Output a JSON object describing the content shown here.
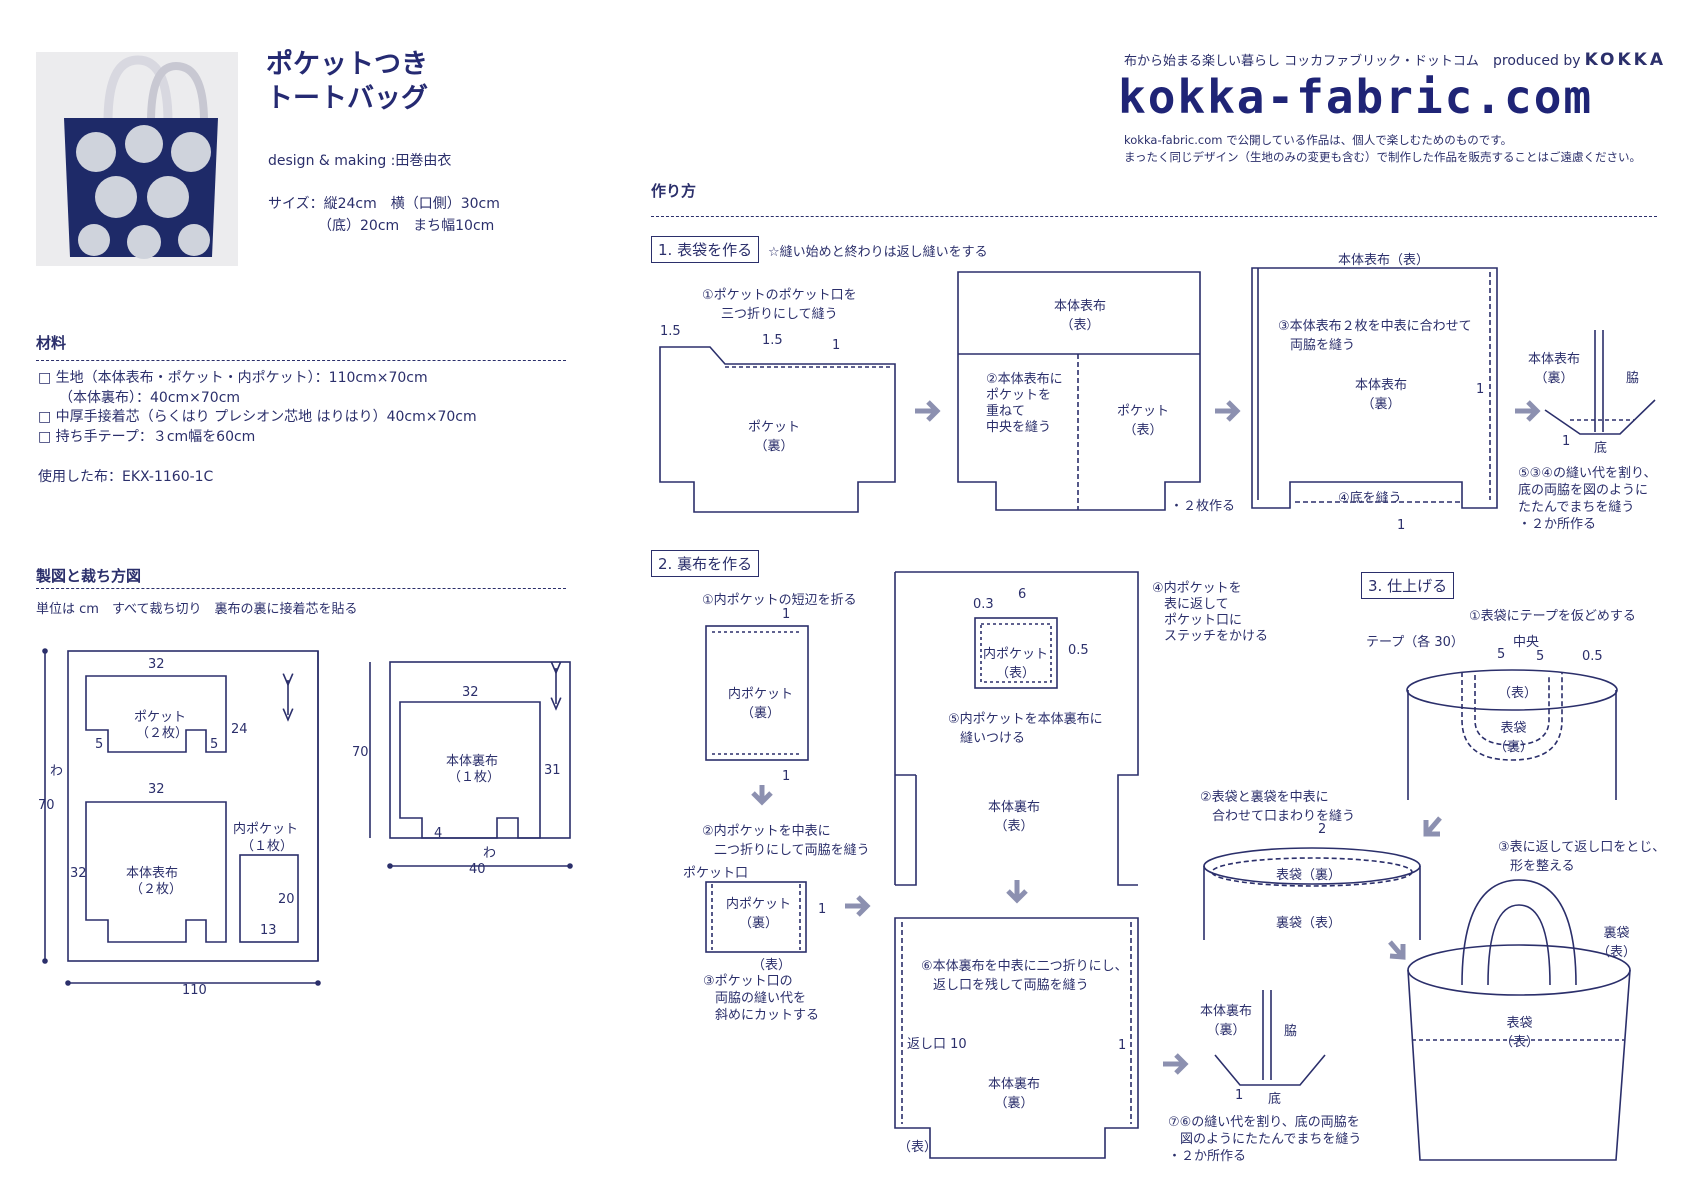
{
  "header": {
    "title_line1": "ポケットつき",
    "title_line2": "トートバッグ",
    "design": "design & making :田巻由衣",
    "size_line1": "サイズ：縦24cm　横（口側）30cm",
    "size_line2": "（底）20cm　まち幅10cm"
  },
  "brand": {
    "tagline": "布から始まる楽しい暮らし コッカファブリック・ドットコム",
    "produced_by": "produced by",
    "kokka": "KOKKA",
    "logo": "kokka-fabric.com",
    "notice1": "kokka-fabric.com で公開している作品は、個人で楽しむためのものです。",
    "notice2": "まったく同じデザイン（生地のみの変更も含む）で制作した作品を販売することはご遠慮ください。"
  },
  "materials": {
    "heading": "材料",
    "items": [
      "□ 生地（本体表布・ポケット・内ポケット）：110cm×70cm",
      "　　（本体裏布）：40cm×70cm",
      "□ 中厚手接着芯（らくはり プレシオン芯地 はりはり）40cm×70cm",
      "□ 持ち手テープ：３cm幅を60cm"
    ],
    "fabric": "使用した布：EKX-1160-1C"
  },
  "cutting": {
    "heading": "製図と裁ち方図",
    "note": "単位は cm　すべて裁ち切り　裏布の裏に接着芯を貼る",
    "pocket": "ポケット",
    "pocket_qty": "（２枚）",
    "body": "本体表布",
    "body_qty": "（２枚）",
    "inner_pocket": "内ポケット",
    "inner_qty": "（１枚）",
    "lining": "本体裏布",
    "lining_qty": "（１枚）",
    "wa": "わ",
    "n32": "32",
    "n24": "24",
    "n5": "5",
    "n70": "70",
    "n20": "20",
    "n13": "13",
    "n110": "110",
    "n31": "31",
    "n4": "4",
    "n40": "40"
  },
  "method": {
    "heading": "作り方",
    "step1": "1. 表袋を作る",
    "step1_note": "☆縫い始めと終わりは返し縫いをする",
    "s1_a1": "①ポケットのポケット口を",
    "s1_a2": "三つ折りにして縫う",
    "s1_pocket": "ポケット",
    "ura": "（裏）",
    "omote": "（表）",
    "s1_body": "本体表布",
    "s1_b1": "②本体表布に",
    "s1_b2": "ポケットを",
    "s1_b3": "重ねて",
    "s1_b4": "中央を縫う",
    "s1_make2": "・２枚作る",
    "s1_body_top": "本体表布（表）",
    "s1_c1": "③本体表布２枚を中表に合わせて",
    "s1_c2": "両脇を縫う",
    "s1_c3": "④底を縫う",
    "waki": "脇",
    "soko": "底",
    "s1_d1": "⑤③④の縫い代を割り、",
    "s1_d2": "底の両脇を図のように",
    "s1_d3": "たたんでまちを縫う",
    "s1_d4": "・２か所作る",
    "n1_5": "1.5",
    "n1": "1",
    "step2": "2. 裏布を作る",
    "s2_a": "①内ポケットの短辺を折る",
    "s2_inner": "内ポケット",
    "s2_b1": "②内ポケットを中表に",
    "s2_b2": "二つ折りにして両脇を縫う",
    "s2_pocket_mouth": "ポケット口",
    "s2_c1": "③ポケット口の",
    "s2_c2": "両脇の縫い代を",
    "s2_c3": "斜めにカットする",
    "s2_d1": "④内ポケットを",
    "s2_d2": "表に返して",
    "s2_d3": "ポケット口に",
    "s2_d4": "ステッチをかける",
    "s2_e1": "⑤内ポケットを本体裏布に",
    "s2_e2": "縫いつける",
    "n0_3": "0.3",
    "n6": "6",
    "n0_5": "0.5",
    "s2_lining": "本体裏布",
    "s2_f1": "⑥本体裏布を中表に二つ折りにし、",
    "s2_f2": "返し口を残して両脇を縫う",
    "s2_return": "返し口 10",
    "s2_g1": "⑦⑥の縫い代を割り、底の両脇を",
    "s2_g2": "図のようにたたんでまちを縫う",
    "s2_g3": "・２か所作る",
    "step3": "3. 仕上げる",
    "s3_a": "①表袋にテープを仮どめする",
    "s3_tape": "テープ（各 30）",
    "s3_center": "中央",
    "s3_outer": "表袋",
    "s3_b1": "②表袋と裏袋を中表に",
    "s3_b2": "合わせて口まわりを縫う",
    "s3_outer_ura": "表袋（裏）",
    "s3_inner_omote": "裏袋（表）",
    "s3_c1": "③表に返して返し口をとじ、",
    "s3_c2": "形を整える",
    "s3_inner": "裏袋",
    "n2": "2"
  },
  "colors": {
    "ink": "#2b2f6b",
    "arrow": "#8c90b0"
  }
}
